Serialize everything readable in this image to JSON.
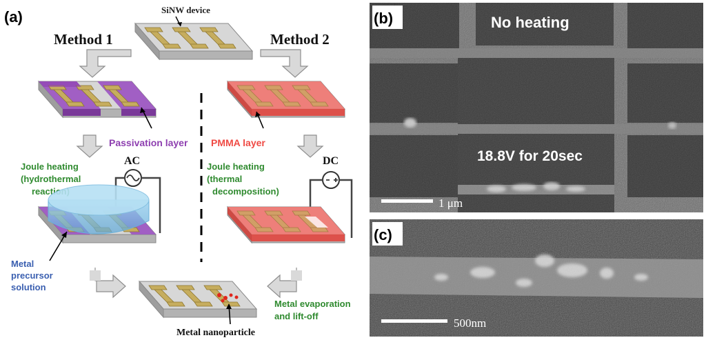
{
  "panel_a": {
    "label": "(a)",
    "top_device_label": "SiNW device",
    "method1": "Method 1",
    "method2": "Method 2",
    "passivation": "Passivation layer",
    "pmma": "PMMA layer",
    "joule_left": [
      "Joule heating",
      "(hydrothermal",
      "reaction)"
    ],
    "joule_right": [
      "Joule heating",
      "(thermal",
      "decomposition)"
    ],
    "ac": "AC",
    "dc": "DC",
    "precursor": [
      "Metal",
      "precursor",
      "solution"
    ],
    "evaporation": [
      "Metal evaporation",
      "and lift-off"
    ],
    "nanoparticle": "Metal nanoparticle",
    "colors": {
      "passivation": "#8e3fb0",
      "pmma": "#ef4a44",
      "green_text": "#2f8a2f",
      "blue_text": "#3a5fb0",
      "metal": "#b59a47",
      "substrate": "#c9c9c9"
    }
  },
  "panel_b": {
    "label": "(b)",
    "top_text": "No heating",
    "bottom_text": "18.8V for 20sec",
    "scale": "1 μm"
  },
  "panel_c": {
    "label": "(c)",
    "scale": "500nm"
  }
}
